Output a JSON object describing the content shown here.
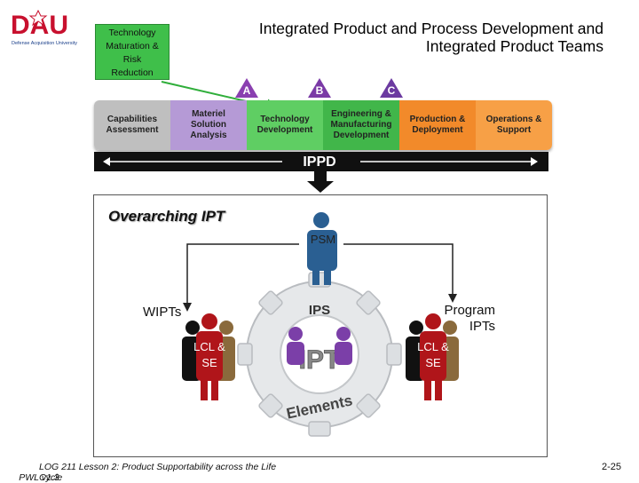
{
  "logo": {
    "text": "DAU",
    "subtitle": "Defense Acquisition University"
  },
  "tech_maturation": {
    "lines": [
      "Technology",
      "Maturation &",
      "Risk",
      "Reduction"
    ]
  },
  "title": {
    "line1": "Integrated Product and Process Development and",
    "line2": "Integrated Product Teams"
  },
  "milestones": [
    "A",
    "B",
    "C"
  ],
  "phases": [
    {
      "label": "Capabilities Assessment",
      "color": "#bfbfbf"
    },
    {
      "label": "Materiel Solution Analysis",
      "color": "#b59ad6"
    },
    {
      "label": "Technology Development",
      "color": "#5fce63"
    },
    {
      "label": "Engineering & Manufacturing Development",
      "color": "#41b64a"
    },
    {
      "label": "Production & Deployment",
      "color": "#f28a2a"
    },
    {
      "label": "Operations & Support",
      "color": "#f7a046"
    }
  ],
  "ippd_label": "IPPD",
  "overarching_ipt": "Overarching IPT",
  "pm_label": "PSM",
  "wipts_label": "WIPTs",
  "program_ipts": {
    "line1": "Program",
    "line2": "IPTs"
  },
  "lcl_se": {
    "line1": "LCL &",
    "line2": "SE"
  },
  "gear": {
    "top": "IPS",
    "center": "IPT",
    "bottom": "Elements"
  },
  "footer": "LOG 211 Lesson 2: Product Supportability across the Life Cycle",
  "footer_overlap": "PWL",
  "footer_version": "v1.3",
  "page_number": "2-25",
  "colors": {
    "green_box": "#3fbf4a",
    "red_person": "#b0151a",
    "blue_person": "#2a5f92",
    "tan_person": "#8a6a3c",
    "purple_person": "#7b3fa8",
    "ippd_band": "#101010"
  }
}
